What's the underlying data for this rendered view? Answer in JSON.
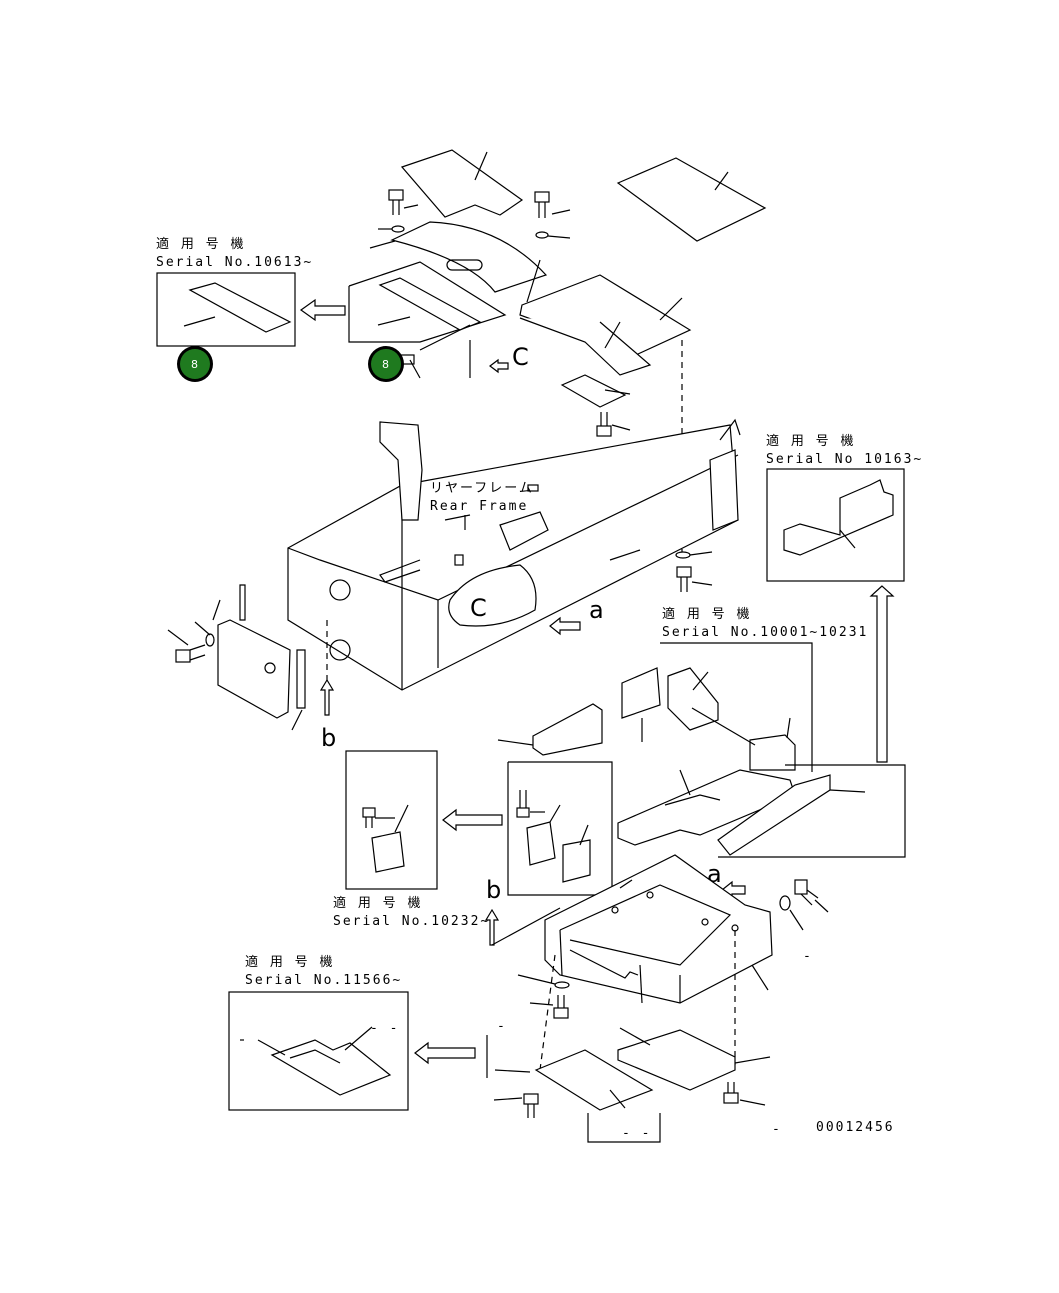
{
  "callouts": {
    "c1": {
      "jp": "適 用 号 機",
      "serial": "Serial No.10613~"
    },
    "c2": {
      "jp": "適 用 号 機",
      "serial": "Serial No 10163~"
    },
    "c3": {
      "jp": "適 用 号 機",
      "serial": "Serial No.10001~10231"
    },
    "c4": {
      "jp": "適 用 号 機",
      "serial": "Serial No.10232~"
    },
    "c5": {
      "jp": "適 用 号 機",
      "serial": "Serial No.11566~"
    }
  },
  "frame_label": {
    "jp": "リヤーフレーム",
    "en": "Rear Frame"
  },
  "view_letters": {
    "a1": "a",
    "a2": "a",
    "b1": "b",
    "b2": "b",
    "c1": "C",
    "c2": "C"
  },
  "hotspots": {
    "h1": "8",
    "h2": "8"
  },
  "dashes": {
    "d1": "- -",
    "d2": "- -",
    "d3": "-",
    "d4": "-",
    "d5": "-"
  },
  "drawing_number": "00012456",
  "colors": {
    "hotspot_fill": "#1f7a1f",
    "line": "#000000"
  }
}
